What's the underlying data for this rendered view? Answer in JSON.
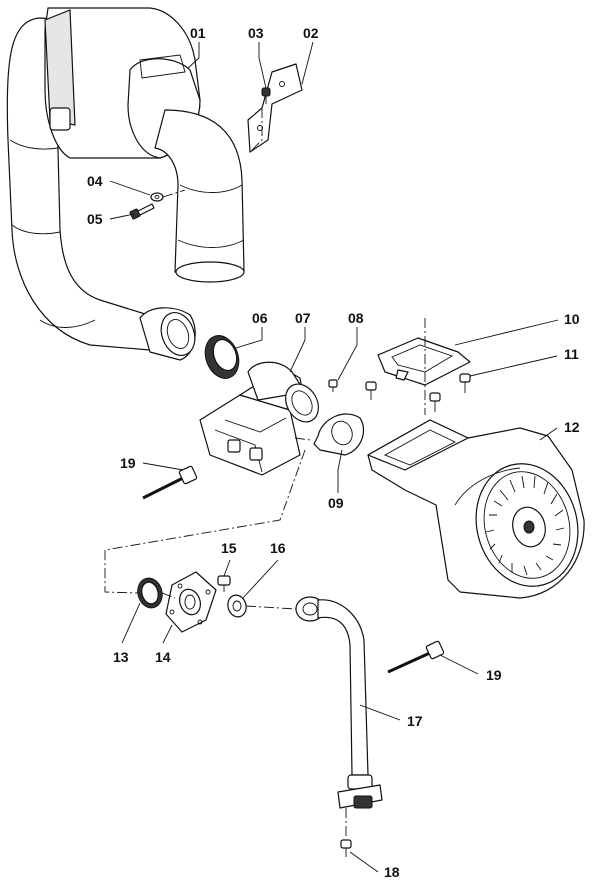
{
  "callouts": [
    {
      "id": "01",
      "text": "01"
    },
    {
      "id": "02",
      "text": "02"
    },
    {
      "id": "03",
      "text": "03"
    },
    {
      "id": "04",
      "text": "04"
    },
    {
      "id": "05",
      "text": "05"
    },
    {
      "id": "06",
      "text": "06"
    },
    {
      "id": "07",
      "text": "07"
    },
    {
      "id": "08",
      "text": "08"
    },
    {
      "id": "09",
      "text": "09"
    },
    {
      "id": "10",
      "text": "10"
    },
    {
      "id": "11",
      "text": "11"
    },
    {
      "id": "12",
      "text": "12"
    },
    {
      "id": "13",
      "text": "13"
    },
    {
      "id": "14",
      "text": "14"
    },
    {
      "id": "15",
      "text": "15"
    },
    {
      "id": "16",
      "text": "16"
    },
    {
      "id": "17",
      "text": "17"
    },
    {
      "id": "18",
      "text": "18"
    },
    {
      "id": "19a",
      "text": "19"
    },
    {
      "id": "19b",
      "text": "19"
    }
  ]
}
